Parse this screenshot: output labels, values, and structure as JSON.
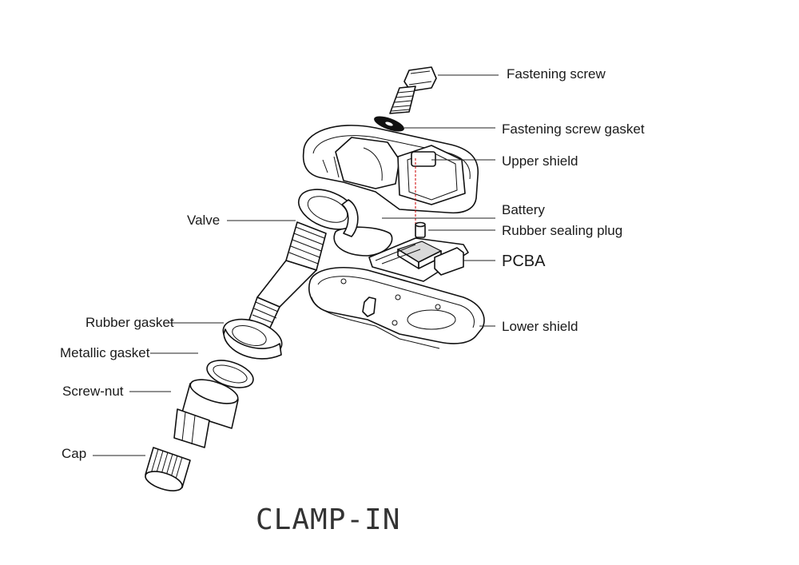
{
  "labels": {
    "fastening_screw": "Fastening screw",
    "fastening_screw_gasket": "Fastening screw gasket",
    "upper_shield": "Upper shield",
    "battery": "Battery",
    "rubber_sealing_plug": "Rubber sealing plug",
    "pcba": "PCBA",
    "lower_shield": "Lower shield",
    "valve": "Valve",
    "rubber_gasket": "Rubber gasket",
    "metallic_gasket": "Metallic gasket",
    "screw_nut": "Screw-nut",
    "cap": "Cap"
  },
  "caption": "CLAMP-IN",
  "colors": {
    "line": "#111111",
    "background": "#ffffff",
    "accent": "#cc0000"
  }
}
